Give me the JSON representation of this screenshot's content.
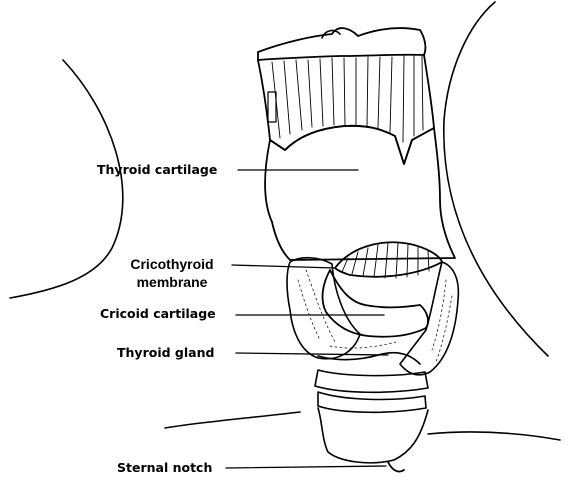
{
  "labels": {
    "thyroid_cartilage": "Thyroid cartilage",
    "cricothyroid_membrane": "Cricothyroid membrane",
    "cricoid_cartilage": "Cricoid cartilage",
    "thyroid_gland": "Thyroid gland",
    "sternal_notch": "Sternal notch"
  },
  "colors": {
    "ink": "#000000",
    "background": "#ffffff"
  }
}
